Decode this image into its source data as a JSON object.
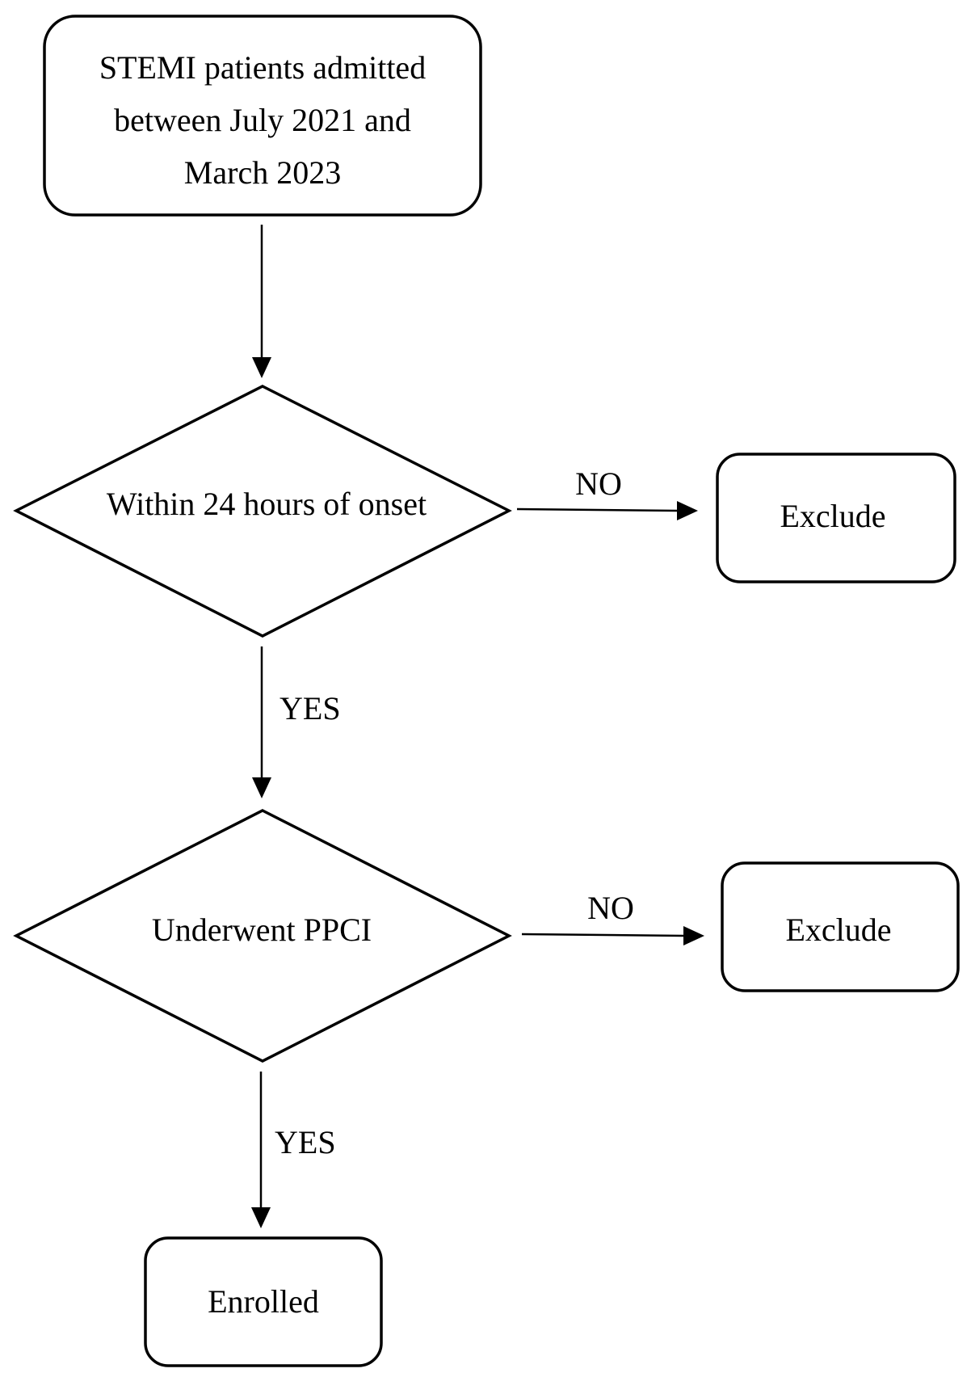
{
  "nodes": {
    "start_lines": [
      "STEMI patients admitted",
      "between July 2021 and",
      "March 2023"
    ],
    "decision1": "Within 24 hours of onset",
    "decision2": "Underwent PPCI",
    "exclude1": "Exclude",
    "exclude2": "Exclude",
    "end": "Enrolled"
  },
  "edges": {
    "d1_no": "NO",
    "d1_yes": "YES",
    "d2_no": "NO",
    "d2_yes": "YES"
  }
}
